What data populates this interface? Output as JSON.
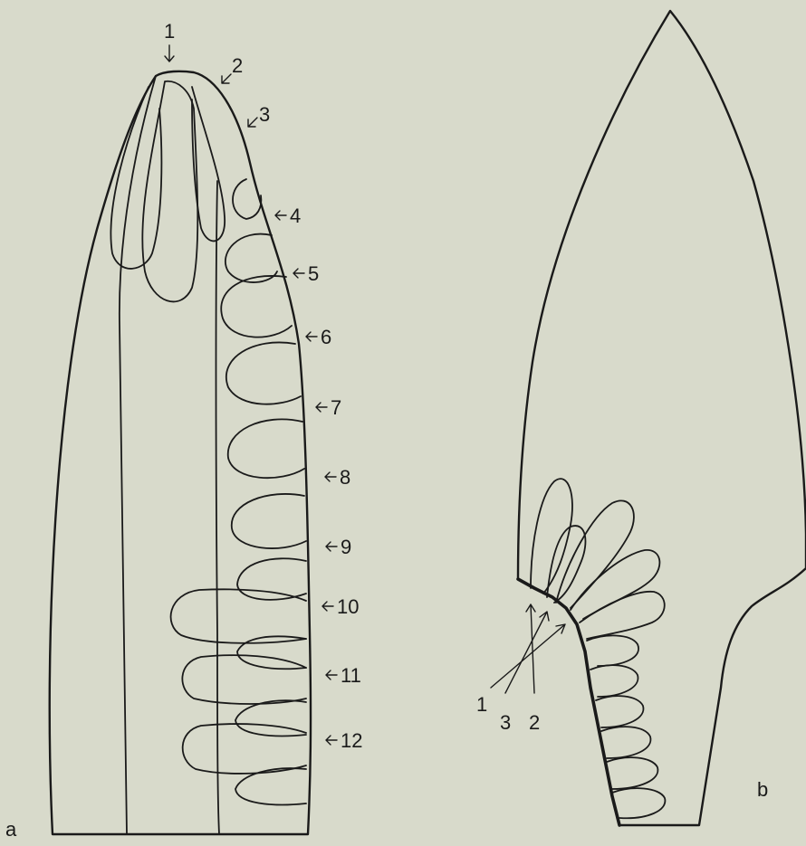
{
  "background": "#d8dacb",
  "ink": "#1a1a1a",
  "panel_a": {
    "panel_label": "a",
    "scar_labels": [
      "1",
      "2",
      "3",
      "4",
      "5",
      "6",
      "7",
      "8",
      "9",
      "10",
      "11",
      "12"
    ]
  },
  "panel_b": {
    "panel_label": "b",
    "scar_labels": [
      "1",
      "3",
      "2"
    ]
  }
}
